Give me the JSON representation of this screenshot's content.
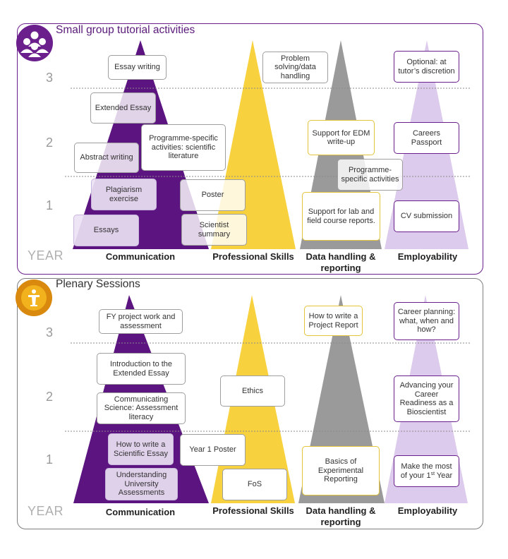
{
  "top": {
    "title": "Small group tutorial activities",
    "icon": "group-people-icon",
    "year_label": "YEAR",
    "years": [
      "3",
      "2",
      "1"
    ],
    "columns": [
      "Communication",
      "Professional Skills",
      "Data handling & reporting",
      "Employability"
    ],
    "boxes": {
      "essay_writing": "Essay writing",
      "extended_essay": "Extended Essay",
      "abstract_writing": "Abstract writing",
      "programme_specific_scientific": "Programme-specific activities: scientific literature",
      "plagiarism_exercise": "Plagiarism exercise",
      "poster": "Poster",
      "essays": "Essays",
      "scientist_summary": "Scientist summary",
      "problem_solving": "Problem solving/data handling",
      "support_edm": "Support for EDM write-up",
      "programme_specific_activities": "Programme-specific activities",
      "support_lab": "Support for lab and field course reports.",
      "optional_tutor": "Optional: at tutor’s discretion",
      "careers_passport": "Careers Passport",
      "cv_submission": "CV submission"
    }
  },
  "bottom": {
    "title": "Plenary Sessions",
    "icon": "lectern-speaker-icon",
    "year_label": "YEAR",
    "years": [
      "3",
      "2",
      "1"
    ],
    "columns": [
      "Communication",
      "Professional Skills",
      "Data handling & reporting",
      "Employability"
    ],
    "boxes": {
      "fy_project": "FY project work and assessment",
      "intro_extended_essay": "Introduction to the Extended Essay",
      "communicating_science": "Communicating Science: Assessment literacy",
      "how_to_write_essay": "How to write a Scientific Essay",
      "understanding_assessments": "Understanding University Assessments",
      "year1_poster": "Year 1 Poster",
      "ethics": "Ethics",
      "fos": "FoS",
      "how_to_write_report": "How to write a Project Report",
      "basics_reporting": "Basics of Experimental Reporting",
      "career_planning": "Career planning: what, when and how?",
      "advancing_career": "Advancing your Career Readiness as a Bioscientist",
      "make_most_prefix": "Make the most of your 1",
      "make_most_sup": "st",
      "make_most_suffix": " Year"
    }
  },
  "colors": {
    "communication": "#5c1480",
    "professional": "#f7d23e",
    "data": "#9a9a9a",
    "employability": "#dccbec",
    "top_border": "#6b1f8c",
    "bottom_border": "#7f7f7f"
  }
}
